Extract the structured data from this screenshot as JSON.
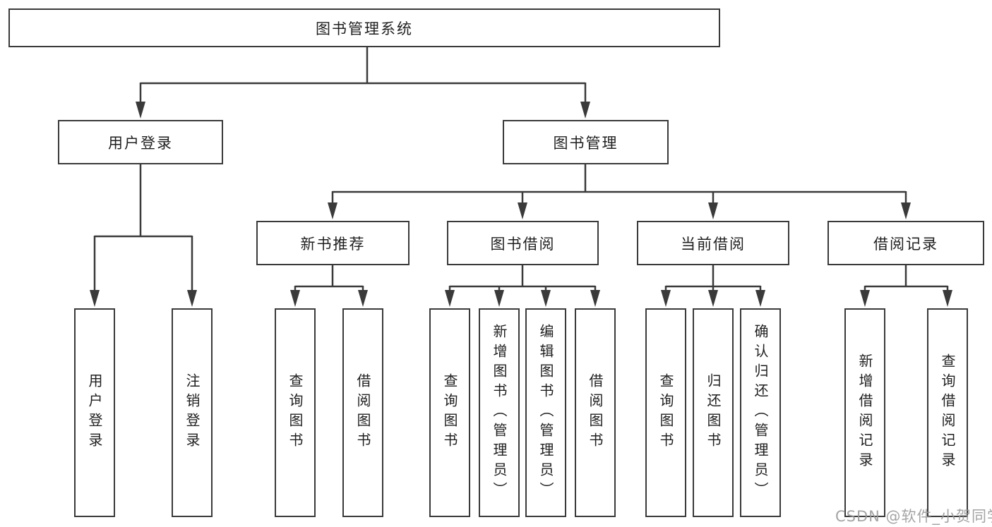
{
  "diagram": {
    "title": "图书管理系统",
    "level2": [
      {
        "label": "用户登录",
        "children": [
          {
            "label": "用户登录"
          },
          {
            "label": "注销登录"
          }
        ]
      },
      {
        "label": "图书管理",
        "children": [
          {
            "label": "新书推荐",
            "children": [
              {
                "label": "查询图书"
              },
              {
                "label": "借阅图书"
              }
            ]
          },
          {
            "label": "图书借阅",
            "children": [
              {
                "label": "查询图书"
              },
              {
                "label": "新增图书（管理员）"
              },
              {
                "label": "编辑图书（管理员）"
              },
              {
                "label": "借阅图书"
              }
            ]
          },
          {
            "label": "当前借阅",
            "children": [
              {
                "label": "查询图书"
              },
              {
                "label": "归还图书"
              },
              {
                "label": "确认归还（管理员）"
              }
            ]
          },
          {
            "label": "借阅记录",
            "children": [
              {
                "label": "新增借阅记录"
              },
              {
                "label": "查询借阅记录"
              }
            ]
          }
        ]
      }
    ],
    "colors": {
      "line": "#3a3a3a",
      "text": "#1f1f1f",
      "background": "#ffffff",
      "watermark_color": "#9b9b9b"
    }
  },
  "watermark": {
    "text": "CSDN @软件_小贺同学"
  }
}
